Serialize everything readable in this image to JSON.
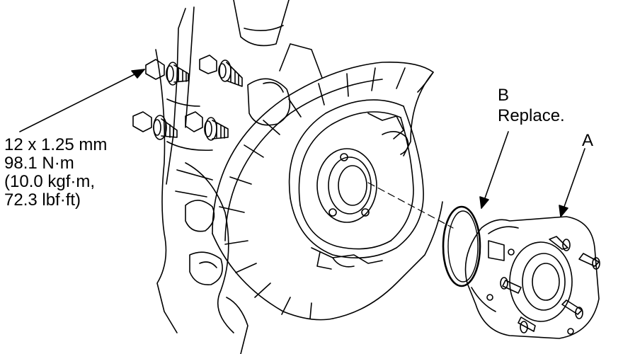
{
  "labels": {
    "torque_spec": {
      "bolt_size": "12 x 1.25 mm",
      "torque_nm": "98.1 N·m",
      "torque_kgfm": "(10.0 kgf·m,",
      "torque_lbfft": "72.3 lbf·ft)"
    },
    "callout_b": {
      "letter": "B",
      "note": "Replace."
    },
    "callout_a": {
      "letter": "A"
    }
  },
  "colors": {
    "ink": "#000000",
    "paper": "#ffffff"
  }
}
